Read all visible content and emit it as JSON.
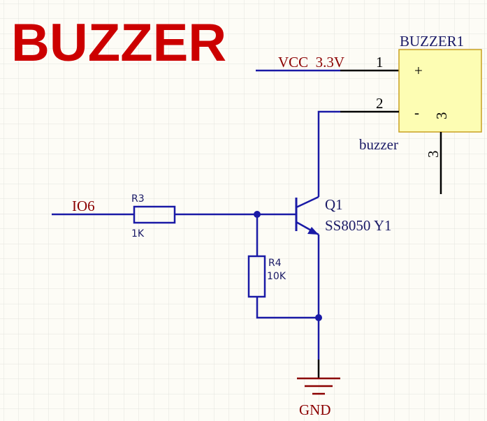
{
  "title": "BUZZER",
  "colors": {
    "title": "#cc0000",
    "wire": "#1a1aa6",
    "net_label": "#8b0000",
    "designator": "#1a1a66",
    "body_fill": "#fdfdb3",
    "body_stroke": "#c8a020",
    "pin": "#000000",
    "grid": "#e6e6e0"
  },
  "nets": {
    "vcc": "VCC  3.3V",
    "io": "IO6",
    "gnd": "GND",
    "buzzer": "buzzer"
  },
  "buzzer": {
    "designator": "BUZZER1",
    "pins": [
      "1",
      "2",
      "3",
      "3"
    ],
    "plus": "+",
    "minus": "-"
  },
  "resistors": [
    {
      "designator": "R3",
      "value": "1K"
    },
    {
      "designator": "R4",
      "value": "10K"
    }
  ],
  "transistor": {
    "designator": "Q1",
    "part": "SS8050 Y1"
  }
}
